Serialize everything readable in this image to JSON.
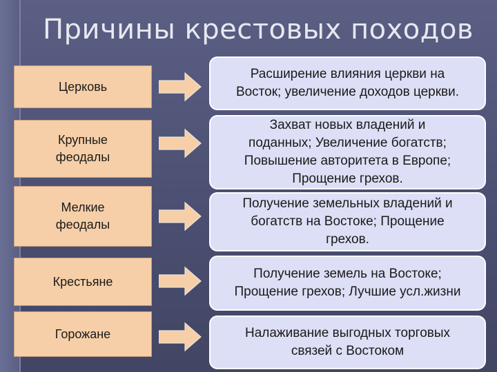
{
  "title": "Причины крестовых походов",
  "colors": {
    "background": "#4f5375",
    "group_box": "#f6cfa8",
    "result_box": "#dcdff5",
    "arrow": "#f6cfa8"
  },
  "rows": [
    {
      "group": [
        "Церковь"
      ],
      "result": [
        "Расширение влияния церкви на",
        "Восток; увеличение доходов церкви."
      ]
    },
    {
      "group": [
        "Крупные",
        "феодалы"
      ],
      "result": [
        "Захват новых владений и",
        "поданных; Увеличение богатств;",
        "Повышение авторитета в Европе;",
        "Прощение грехов."
      ]
    },
    {
      "group": [
        "Мелкие",
        "феодалы"
      ],
      "result": [
        "Получение земельных владений и",
        "богатств на Востоке; Прощение",
        "грехов."
      ]
    },
    {
      "group": [
        "Крестьяне"
      ],
      "result": [
        "Получение земель на Востоке;",
        "Прощение грехов; Лучшие усл.жизни"
      ]
    },
    {
      "group": [
        "Горожане"
      ],
      "result": [
        "Налаживание выгодных торговых",
        "связей с Востоком"
      ]
    }
  ]
}
